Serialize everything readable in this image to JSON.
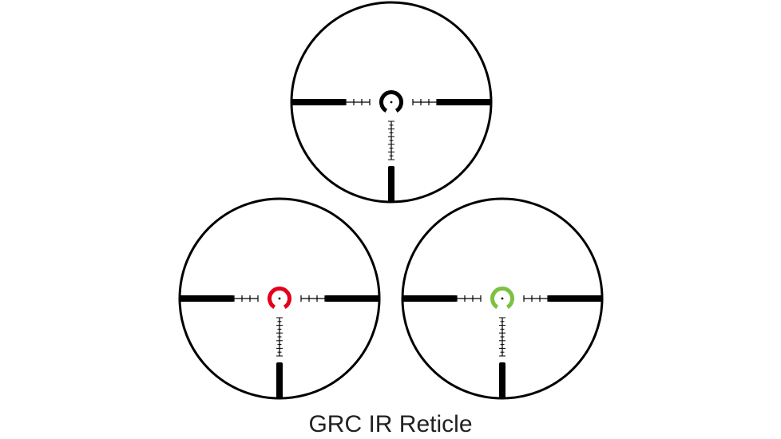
{
  "caption": "GRC IR Reticle",
  "reticles": [
    {
      "name": "reticle-black",
      "illumination_color": "#000000"
    },
    {
      "name": "reticle-red",
      "illumination_color": "#e3001b"
    },
    {
      "name": "reticle-green",
      "illumination_color": "#7dc142"
    }
  ],
  "colors": {
    "background": "#ffffff",
    "reticle": "#000000",
    "caption": "#222222"
  }
}
